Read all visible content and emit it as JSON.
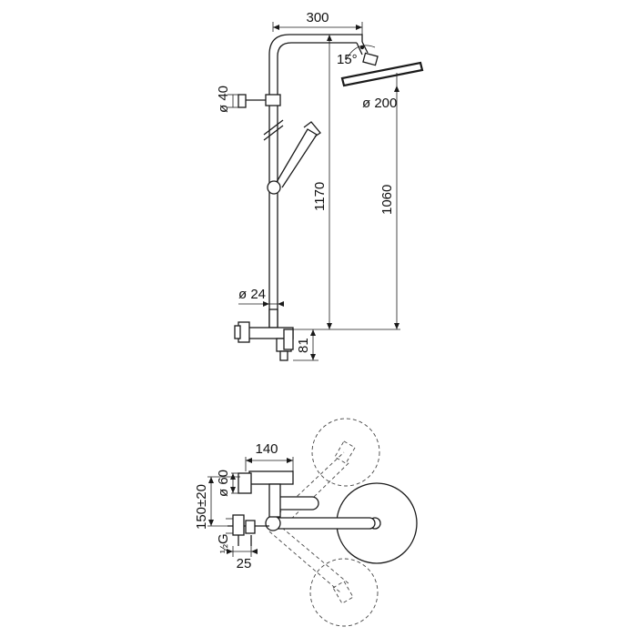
{
  "dimensions": {
    "top_width": "300",
    "angle": "15°",
    "head_diameter": "ø 200",
    "bar_diameter": "ø 40",
    "total_height": "1170",
    "head_height": "1060",
    "pipe_diameter": "ø 24",
    "base_height": "81",
    "mixer_width": "140",
    "knob_diameter": "ø 60",
    "centers": "150±20",
    "thread_G": "G",
    "thread_frac": "½",
    "offset": "25"
  }
}
